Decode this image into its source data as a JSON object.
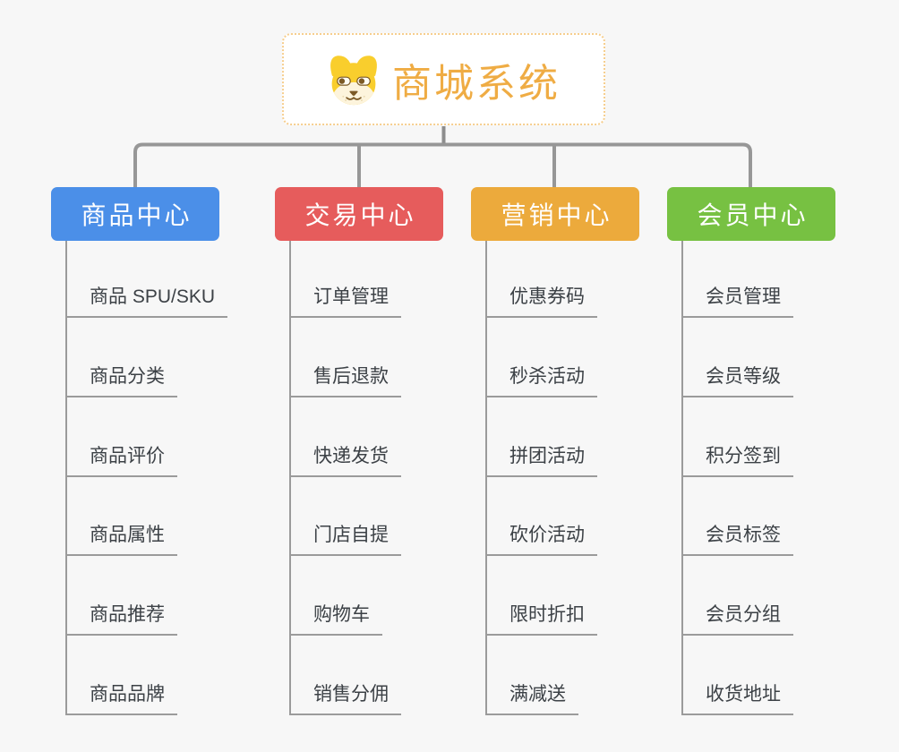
{
  "root": {
    "title": "商城系统",
    "icon": "dog-mascot-icon",
    "title_color": "#EFAC44"
  },
  "branches": [
    {
      "label": "商品中心",
      "color": "#4B8FE8",
      "items": [
        "商品 SPU/SKU",
        "商品分类",
        "商品评价",
        "商品属性",
        "商品推荐",
        "商品品牌"
      ]
    },
    {
      "label": "交易中心",
      "color": "#E65C5C",
      "items": [
        "订单管理",
        "售后退款",
        "快递发货",
        "门店自提",
        "购物车",
        "销售分佣"
      ]
    },
    {
      "label": "营销中心",
      "color": "#ECAA3C",
      "items": [
        "优惠券码",
        "秒杀活动",
        "拼团活动",
        "砍价活动",
        "限时折扣",
        "满减送"
      ]
    },
    {
      "label": "会员中心",
      "color": "#77C142",
      "items": [
        "会员管理",
        "会员等级",
        "积分签到",
        "会员标签",
        "会员分组",
        "收货地址"
      ]
    }
  ],
  "colors": {
    "background": "#F7F7F7",
    "connector": "#979797",
    "leaf_underline": "#9B9B9B",
    "leaf_text": "#3C4146",
    "root_border": "#F6CE8E"
  }
}
